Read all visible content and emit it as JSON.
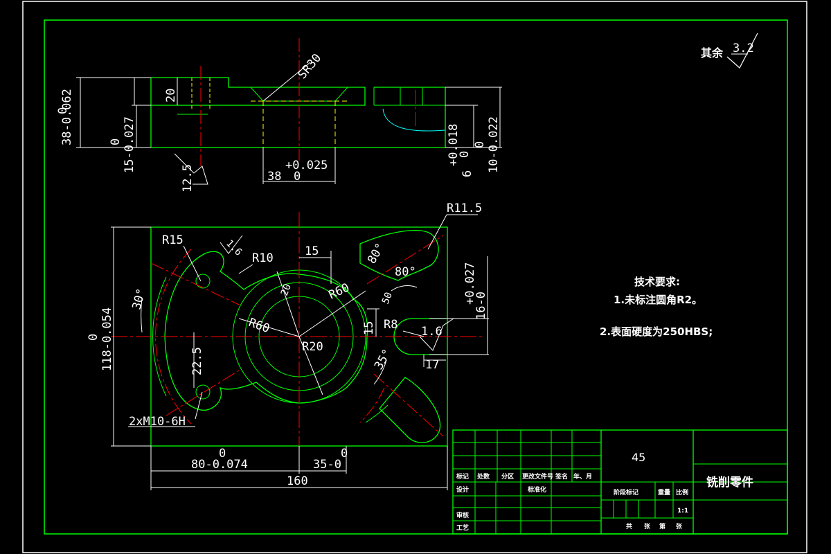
{
  "roughness": {
    "prefix": "其余",
    "value": "3.2"
  },
  "top_view": {
    "dims": {
      "d38": "38-0.062",
      "d38_zero": "0",
      "d15": "15-0.027",
      "d15_zero": "0",
      "d20": "20",
      "sr30": "SR30",
      "d38_hole": "38",
      "d38_hole_up": "+0.025",
      "d38_hole_low": "0",
      "d6": "6",
      "d6_up": "+0.018",
      "d6_low": "0",
      "d10": "10-0.022",
      "d10_zero": "0",
      "rough": "12.5"
    }
  },
  "plan_view": {
    "dims": {
      "r15": "R15",
      "r10": "R10",
      "r11_5": "R11.5",
      "r60a": "R60",
      "r60b": "R60",
      "r20": "R20",
      "r8": "R8",
      "w15": "15",
      "h15": "15",
      "a30": "30°",
      "a80a": "80°",
      "a80b": "80°",
      "a35": "35°",
      "rough16a": "1.6",
      "rough16b": "1.6",
      "d118": "118-0.054",
      "d118_zero": "0",
      "d16": "16-0",
      "d16_up": "+0.027",
      "d17": "17",
      "d22_5": "22.5",
      "d20b": "20",
      "d50": "50",
      "thread": "2xM10-6H",
      "d80": "80-0.074",
      "d80_zero": "0",
      "d35": "35-0",
      "d35_zero": "0",
      "d160": "160"
    }
  },
  "tech_req": {
    "title": "技术要求:",
    "line1": "1.未标注圆角R2。",
    "line2": "2.表面硬度为250HBS;"
  },
  "title_block": {
    "material": "45",
    "part_name": "铣削零件",
    "biaoji": "标记",
    "chushu": "处数",
    "fenqu": "分区",
    "gengai": "更改文件号",
    "qianming": "签名",
    "nianyue": "年、月",
    "sheji": "设计",
    "biaozhunhua": "标准化",
    "shenhe": "审核",
    "gongyi": "工艺",
    "jieduan": "阶段标记",
    "zhongliang": "重量",
    "bili": "比例",
    "scale": "1:1",
    "gong": "共",
    "zhang": "张",
    "di": "第",
    "zhang2": "张"
  },
  "colors": {
    "outline": "#00ff00",
    "center": "#ff0000",
    "dim": "#ffffff",
    "hidden": "#ffff00",
    "cyan": "#00ffff"
  }
}
